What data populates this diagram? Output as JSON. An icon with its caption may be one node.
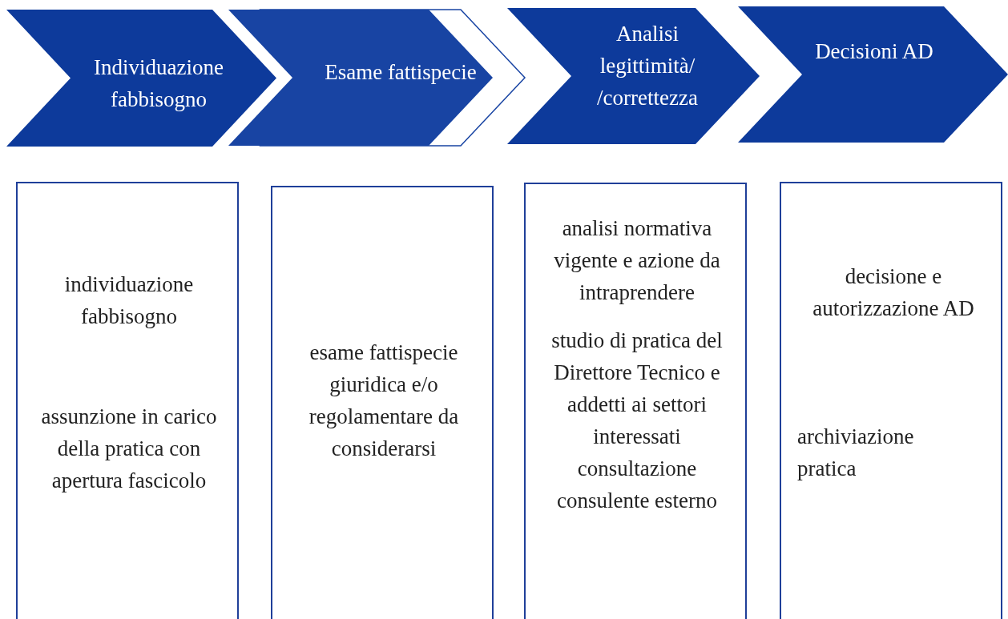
{
  "diagram": {
    "nodes": [
      {
        "text": [
          "Individuazione fabbisogno"
        ]
      },
      {
        "text": [
          "Esame fattispecie"
        ]
      },
      {
        "text": [
          "Analisi legittimità/ /correttezza"
        ]
      },
      {
        "text": [
          "Decisioni AD"
        ]
      },
      {
        "text": [
          "individuazione fabbisogno",
          "assunzione in carico della pratica con apertura fascicolo"
        ]
      },
      {
        "text": [
          "esame fattispecie giuridica e/o regolamentare da considerarsi"
        ]
      },
      {
        "text": [
          "analisi normativa vigente e azione da intraprendere",
          "studio di pratica del Direttore Tecnico e addetti ai settori interessati consultazione consulente esterno"
        ]
      },
      {
        "text": [
          "decisione e autorizzazione AD",
          "archiviazione pratica"
        ]
      }
    ]
  }
}
